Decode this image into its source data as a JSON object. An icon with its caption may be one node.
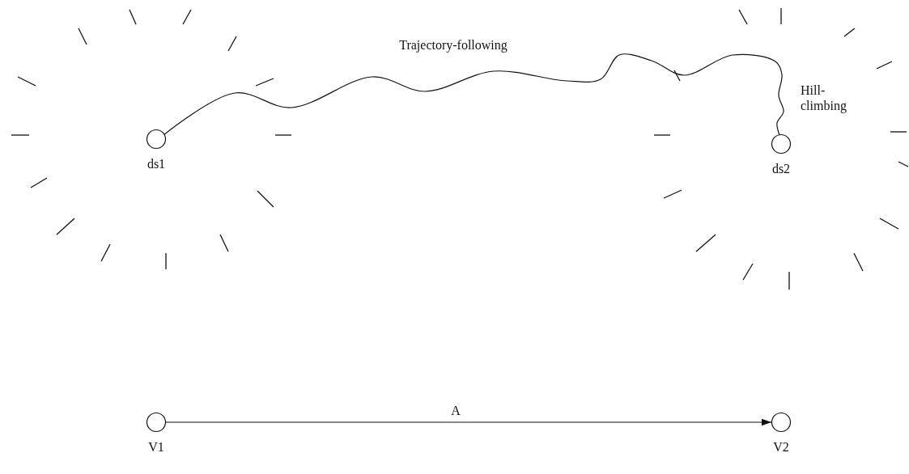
{
  "diagram": {
    "nodes": [
      {
        "text": [
          "ds1"
        ]
      },
      {
        "text": [
          "ds2"
        ]
      },
      {
        "text": [
          "V1"
        ]
      },
      {
        "text": [
          "V2"
        ]
      }
    ],
    "edges": [
      {
        "from": 0,
        "to": 1,
        "arrow": "none",
        "label": "Trajectory-following"
      },
      {
        "from": 2,
        "to": 3,
        "arrow": "to",
        "label": "A"
      }
    ],
    "labels": [
      "Hill-climbing"
    ]
  }
}
